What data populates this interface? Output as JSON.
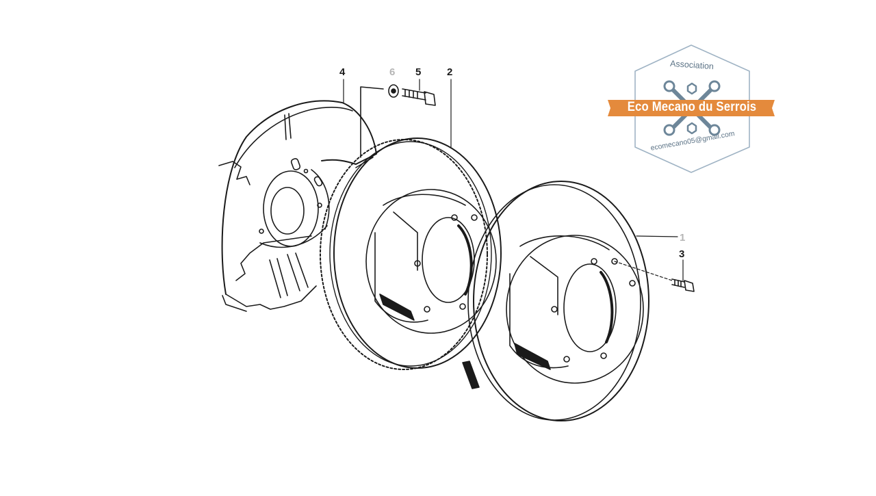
{
  "callouts": {
    "part_1": "1",
    "part_2": "2",
    "part_3": "3",
    "part_4": "4",
    "part_5": "5",
    "part_6": "6"
  },
  "logo": {
    "association": "Association",
    "name": "Eco Mecano du Serrois",
    "email": "ecomecano05@gmail.com",
    "colors": {
      "banner": "#e48a3c",
      "outline": "#9fb3c4",
      "text": "#5d7487",
      "tools": "#6d8699"
    }
  },
  "colors": {
    "line": "#1a1a1a",
    "faint_label": "#b5b5b5"
  }
}
